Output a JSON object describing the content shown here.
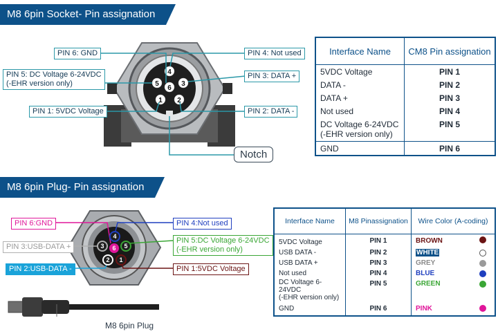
{
  "socket": {
    "title": "M8 6pin Socket- Pin assignation",
    "pin_numbers": [
      "1",
      "2",
      "3",
      "4",
      "5",
      "6"
    ],
    "callouts": {
      "pin6": "PIN 6: GND",
      "pin5_line1": "PIN 5: DC Voltage 6-24VDC",
      "pin5_line2": "(-EHR version only)",
      "pin1": "PIN 1: 5VDC Voltage",
      "pin4": "PIN 4: Not used",
      "pin3": "PIN 3: DATA +",
      "pin2": "PIN 2: DATA -",
      "notch": "Notch"
    },
    "table": {
      "headers": [
        "Interface Name",
        "CM8 Pin assignation"
      ],
      "rows": [
        {
          "name": "5VDC Voltage",
          "pin": "PIN 1"
        },
        {
          "name": "DATA -",
          "pin": "PIN 2"
        },
        {
          "name": "DATA +",
          "pin": "PIN 3"
        },
        {
          "name": "Not used",
          "pin": "PIN 4"
        },
        {
          "name": "DC Voltage 6-24VDC",
          "name2": "(-EHR version only)",
          "pin": "PIN 5"
        },
        {
          "name": "GND",
          "pin": "PIN 6"
        }
      ]
    }
  },
  "plug": {
    "title": "M8 6pin Plug- Pin assignation",
    "pin_numbers": [
      "1",
      "2",
      "3",
      "4",
      "5",
      "6"
    ],
    "callouts": {
      "pin6": "PIN 6:GND",
      "pin3": "PIN 3:USB-DATA +",
      "pin2": "PIN 2:USB-DATA -",
      "pin4": "PIN 4:Not used",
      "pin5_line1": "PIN 5:DC Voltage 6-24VDC",
      "pin5_line2": "(-EHR version only)",
      "pin1": "PIN 1:5VDC Voltage",
      "plug_label": "M8 6pin Plug"
    },
    "table": {
      "headers": [
        "Interface Name",
        "M8 Pinassignation",
        "Wire Color (A-coding)"
      ],
      "rows": [
        {
          "name": "5VDC Voltage",
          "pin": "PIN 1",
          "color_name": "BROWN",
          "color": "#6b1414",
          "text_color": "#6b1414"
        },
        {
          "name": "USB DATA -",
          "pin": "PIN 2",
          "color_name": "WHITE",
          "color": "#ffffff",
          "text_color": "#ffffff"
        },
        {
          "name": "USB DATA +",
          "pin": "PIN 3",
          "color_name": "GREY",
          "color": "#9a9a9a",
          "text_color": "#8a8a8a"
        },
        {
          "name": "Not used",
          "pin": "PIN 4",
          "color_name": "BLUE",
          "color": "#1f3fbf",
          "text_color": "#1f3fbf"
        },
        {
          "name": "DC Voltage 6-24VDC",
          "name2": "(-EHR version only)",
          "pin": "PIN 5",
          "color_name": "GREEN",
          "color": "#3aa635",
          "text_color": "#3aa635"
        },
        {
          "name": "GND",
          "pin": "PIN 6",
          "color_name": "PINK",
          "color": "#e0169a",
          "text_color": "#e0169a"
        }
      ]
    }
  },
  "colors": {
    "banner": "#0d5189",
    "accent_line": "#2a98a8",
    "pin6": "#e0169a",
    "pin4": "#1f3fbf",
    "pin5": "#3aa635",
    "pin1": "#6b1414",
    "pin2": "#1aa3d9",
    "pin3": "#b0b0b0"
  }
}
